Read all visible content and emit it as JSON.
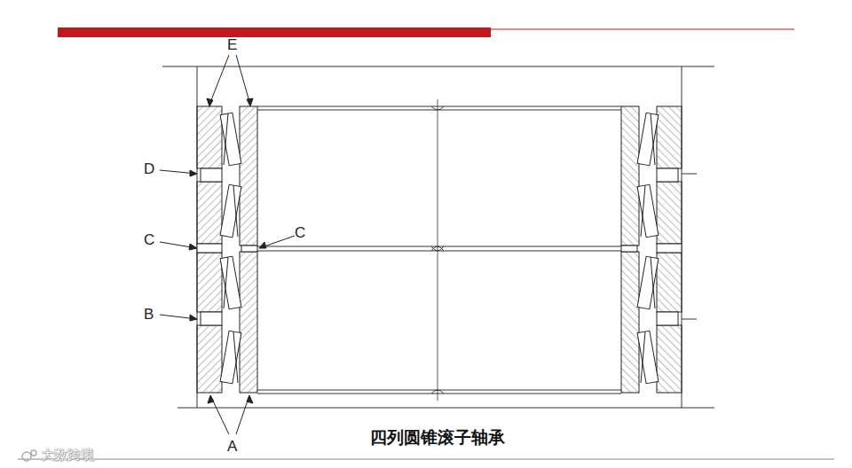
{
  "diagram": {
    "caption": "四列圆锥滚子轴承",
    "labels": [
      "E",
      "D",
      "C",
      "C",
      "B",
      "A",
      "大数跨境"
    ]
  }
}
